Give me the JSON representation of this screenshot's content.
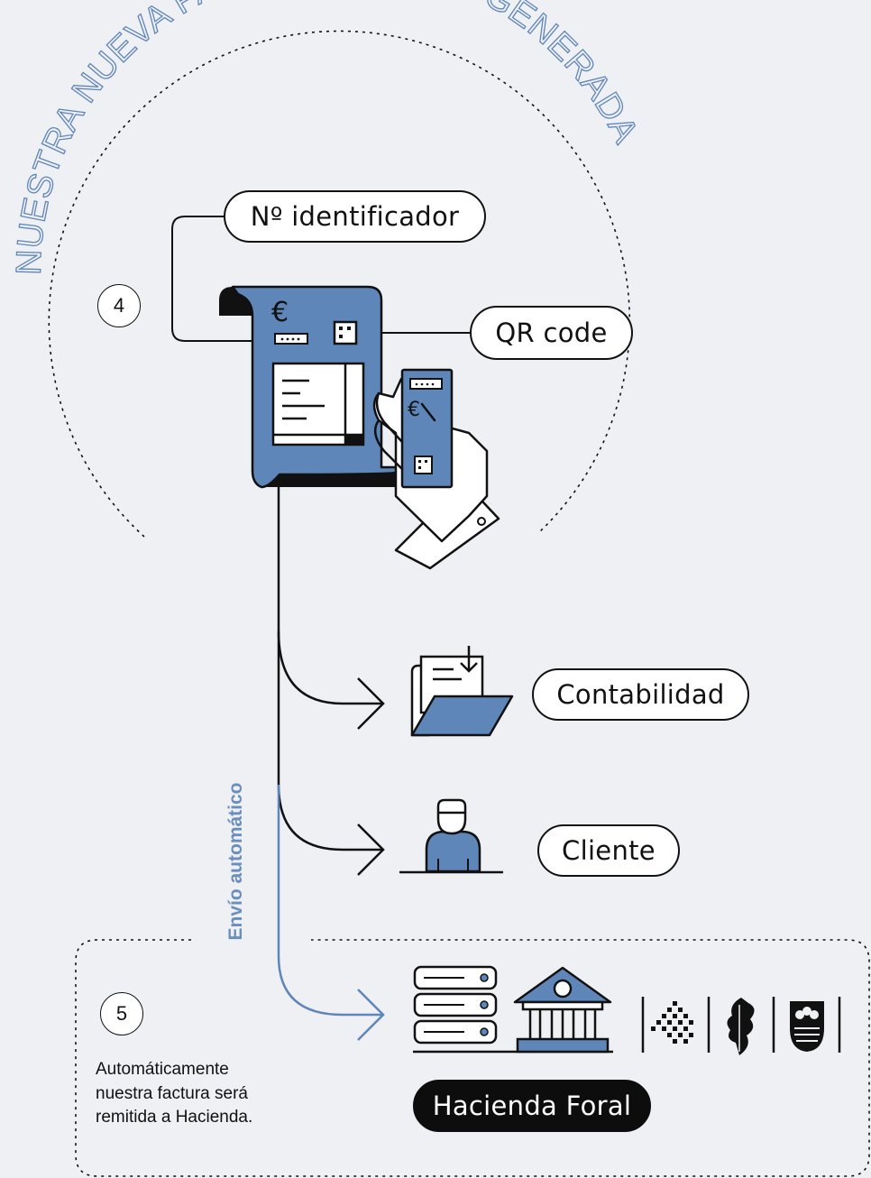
{
  "title": "NUESTRA NUEVA FACTURA/TICKET GENERADA",
  "labels": {
    "identifier": "Nº identificador",
    "qr": "QR code",
    "accounting": "Contabilidad",
    "client": "Cliente",
    "authority": "Hacienda Foral",
    "auto_send": "Envío automático"
  },
  "steps": {
    "step4": "4",
    "step5": "5"
  },
  "description": "Automáticamente nuestra factura será remitida a Hacienda.",
  "icons": [
    "euro-icon",
    "qr-code-icon",
    "invoice-icon",
    "hand-phone-icon",
    "folder-download-icon",
    "person-icon",
    "server-icon",
    "bank-icon",
    "araba-logo-icon",
    "bizkaia-logo-icon",
    "gipuzkoa-logo-icon"
  ],
  "colors": {
    "accent": "#5f86b9",
    "ink": "#111111",
    "background": "#eff0f4"
  }
}
